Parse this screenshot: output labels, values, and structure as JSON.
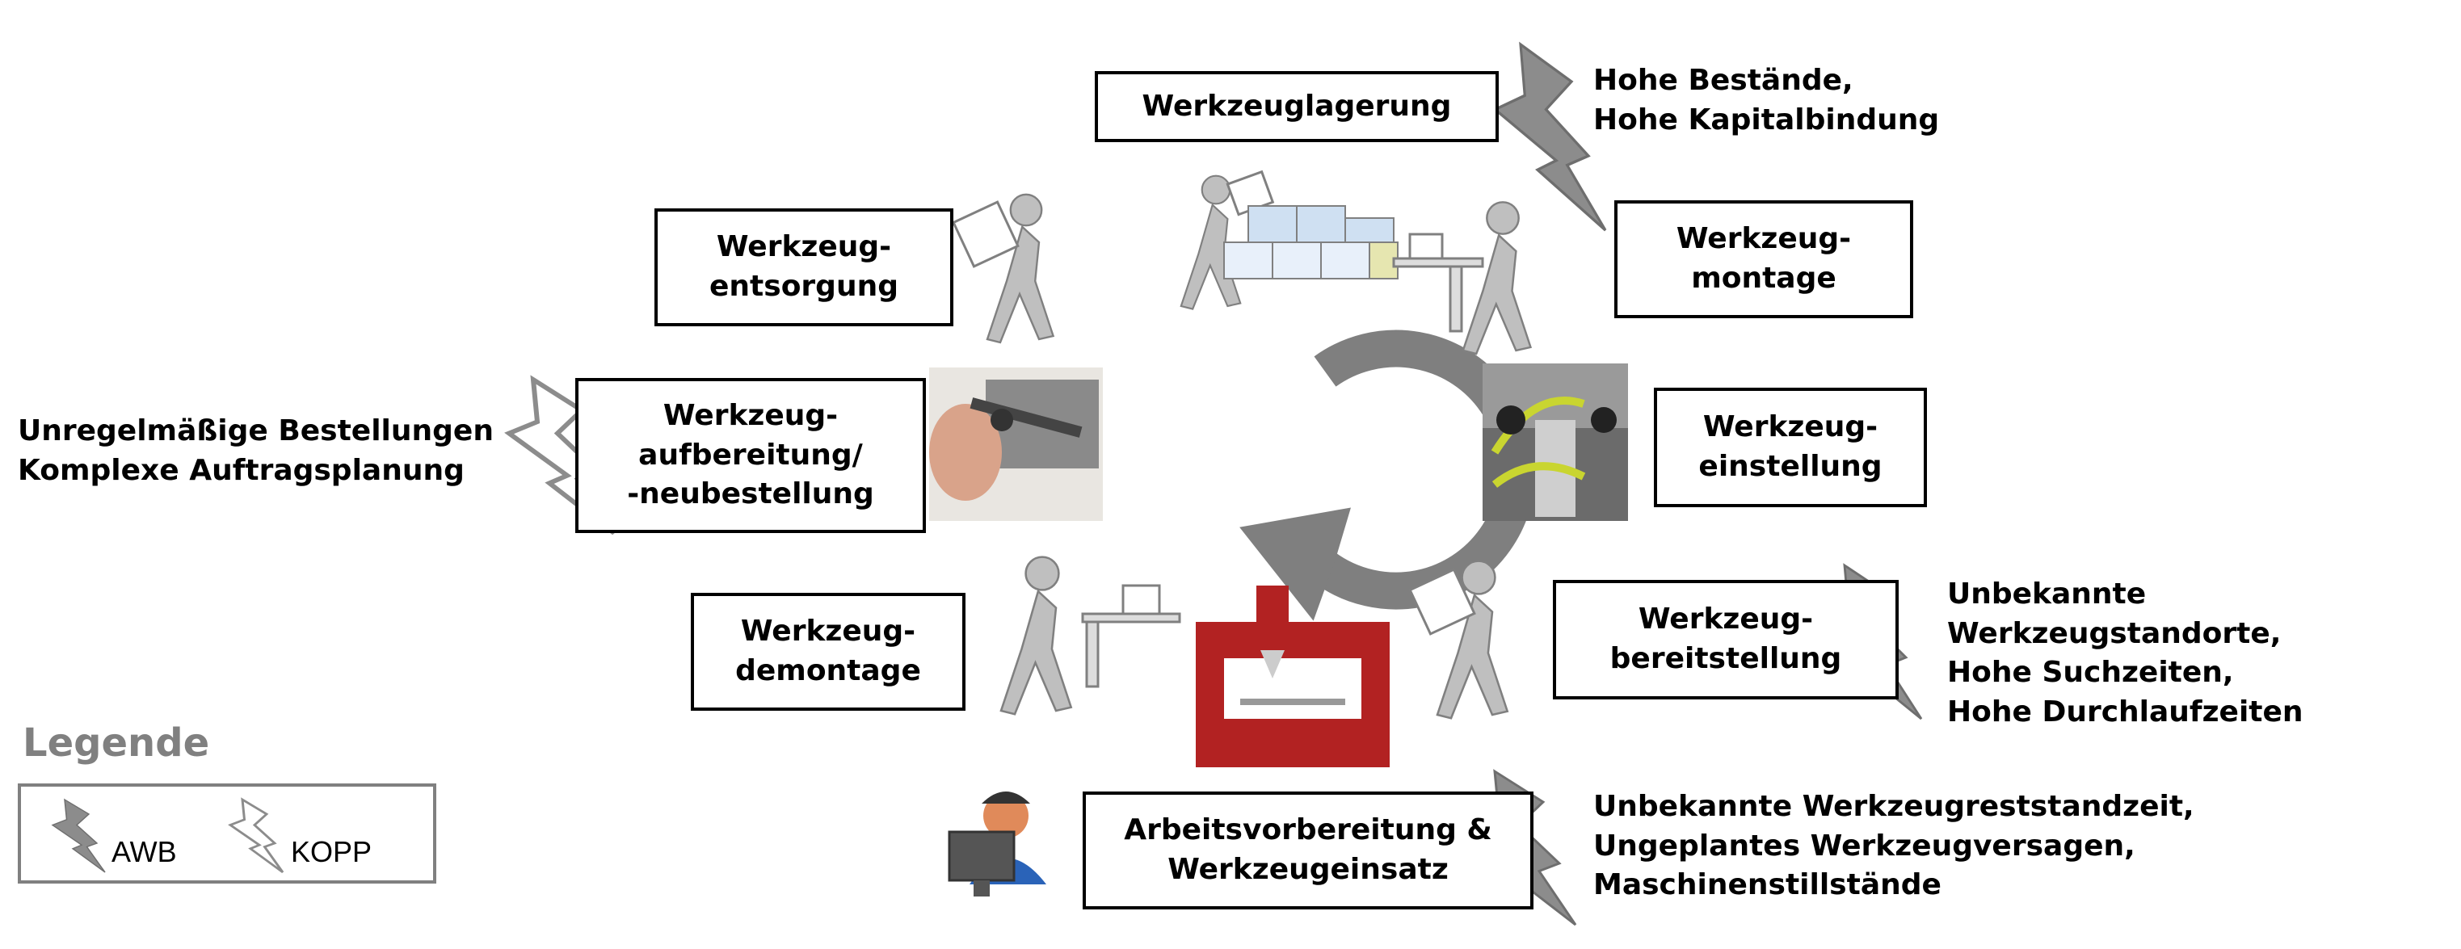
{
  "process_steps": {
    "lagerung": "Werkzeuglagerung",
    "montage": "Werkzeug-\nmontage",
    "einstellung": "Werkzeug-\neinstellung",
    "bereitstellung": "Werkzeug-\nbereitstellung",
    "einsatz": "Arbeitsvorbereitung &\nWerkzeugeinsatz",
    "demontage": "Werkzeug-\ndemontage",
    "aufbereitung": "Werkzeug-\naufbereitung/\n-neubestellung",
    "entsorgung": "Werkzeug-\nentsorgung"
  },
  "issues": {
    "lagerung": "Hohe Bestände,\nHohe Kapitalbindung",
    "bereitstellung": "Unbekannte Werkzeugstandorte,\nHohe Suchzeiten,\nHohe Durchlaufzeiten",
    "einsatz": "Unbekannte Werkzeugreststandzeit,\nUngeplantes Werkzeugversagen,\nMaschinenstillstände",
    "aufbereitung": "Unregelmäßige Bestellungen\nKomplexe Auftragsplanung"
  },
  "legend": {
    "title": "Legende",
    "awb": "AWB",
    "kopp": "KOPP"
  },
  "colors": {
    "awb_bolt": "#8c8c8c",
    "kopp_bolt": "#ffffff",
    "cycle_arrow": "#7f7f7f",
    "machine": "#b22222",
    "figures": "#bfbfbf"
  },
  "icons": [
    "lightning-bolt-icon",
    "cycle-arrow-icon",
    "person-carrying-box-icon",
    "milling-machine-icon",
    "worker-at-computer-icon"
  ]
}
